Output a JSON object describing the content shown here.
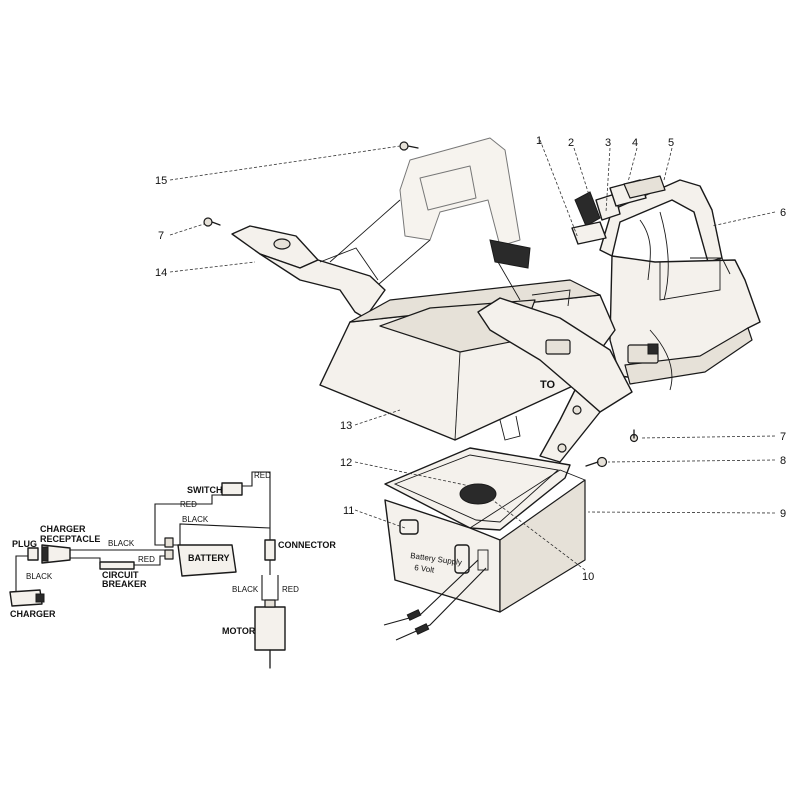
{
  "callouts": {
    "n1": "1",
    "n2": "2",
    "n3": "3",
    "n4": "4",
    "n5": "5",
    "n6": "6",
    "n7a": "7",
    "n7b": "7",
    "n8": "8",
    "n9": "9",
    "n10": "10",
    "n11": "11",
    "n12": "12",
    "n13": "13",
    "n14": "14",
    "n15": "15"
  },
  "wiring": {
    "switch": "SWITCH",
    "red_top": "RED",
    "red_switch": "RED",
    "black_top": "BLACK",
    "charger_receptacle_1": "CHARGER",
    "charger_receptacle_2": "RECEPTACLE",
    "plug": "PLUG",
    "black_left": "BLACK",
    "black_plug": "BLACK",
    "red_breaker": "RED",
    "battery": "BATTERY",
    "connector": "CONNECTOR",
    "circuit_1": "CIRCUIT",
    "circuit_2": "BREAKER",
    "charger": "CHARGER",
    "black_motor": "BLACK",
    "red_motor": "RED",
    "motor": "MOTOR"
  },
  "battery_box_label": {
    "line1": "Battery Supply",
    "line2": "6 Volt"
  },
  "body_emblem": "TO"
}
